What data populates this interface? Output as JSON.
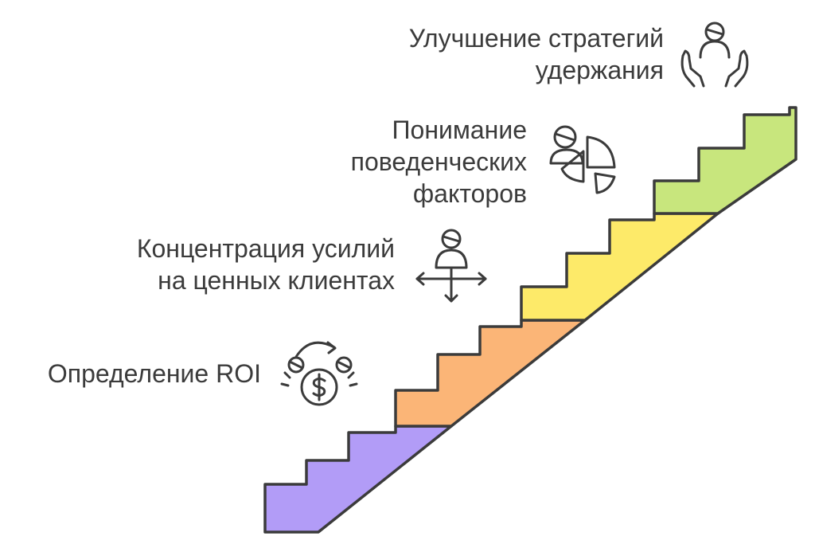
{
  "steps": [
    {
      "line1": "Определение ROI",
      "line2": "",
      "color": "#b29cf7",
      "icon": "money-exchange-icon"
    },
    {
      "line1": "Концентрация усилий",
      "line2": "на ценных клиентах",
      "color": "#fbb577",
      "icon": "person-arrows-icon"
    },
    {
      "line1": "Понимание",
      "line2": "поведенческих",
      "line3": "факторов",
      "color": "#fdea69",
      "icon": "person-pie-chart-icon"
    },
    {
      "line1": "Улучшение стратегий",
      "line2": "удержания",
      "color": "#c8e67d",
      "icon": "person-hands-icon"
    }
  ]
}
